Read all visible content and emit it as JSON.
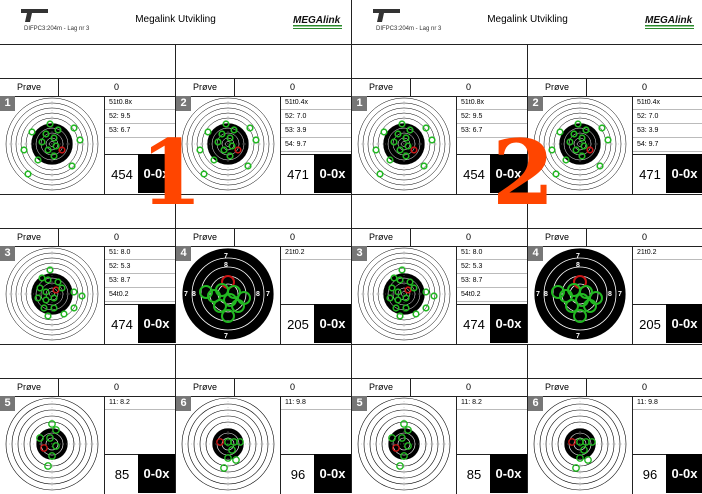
{
  "colors": {
    "accent_number": "#ff4500",
    "hit_green": "#22b822",
    "hit_red": "#c81414"
  },
  "pages": [
    {
      "header": {
        "subtitle": "DIFPC3:204m - Lag nr 3",
        "title": "Megalink Utvikling",
        "logo": "MEGAlink"
      },
      "big_number": "1",
      "cells": [
        {
          "number": "1",
          "probe_label": "Prøve",
          "probe_value": "0",
          "series": [
            "51t0.8x",
            "52: 9.5",
            "53: 6.7"
          ],
          "total": "454",
          "x": "0-0x",
          "target": "rifle"
        },
        {
          "number": "2",
          "probe_label": "Prøve",
          "probe_value": "0",
          "series": [
            "51t0.4x",
            "52: 7.0",
            "53: 3.9",
            "54: 9.7"
          ],
          "total": "471",
          "x": "0-0x",
          "target": "rifle"
        },
        {
          "number": "3",
          "probe_label": "Prøve",
          "probe_value": "0",
          "series": [
            "51: 8.0",
            "52: 5.3",
            "53: 8.7",
            "54t0.2"
          ],
          "total": "474",
          "x": "0-0x",
          "target": "rifle-cluster"
        },
        {
          "number": "4",
          "probe_label": "Prøve",
          "probe_value": "0",
          "series": [
            "21t0.2"
          ],
          "total": "205",
          "x": "0-0x",
          "target": "pistol"
        },
        {
          "number": "5",
          "probe_label": "Prøve",
          "probe_value": "0",
          "series": [
            "11: 8.2"
          ],
          "total": "85",
          "x": "0-0x",
          "target": "small"
        },
        {
          "number": "6",
          "probe_label": "Prøve",
          "probe_value": "0",
          "series": [
            "11: 9.8"
          ],
          "total": "96",
          "x": "0-0x",
          "target": "small-b"
        }
      ]
    },
    {
      "header": {
        "subtitle": "DIFPC3:204m - Lag nr 3",
        "title": "Megalink Utvikling",
        "logo": "MEGAlink"
      },
      "big_number": "2",
      "cells": [
        {
          "number": "1",
          "probe_label": "Prøve",
          "probe_value": "0",
          "series": [
            "51t0.8x",
            "52: 9.5",
            "53: 6.7"
          ],
          "total": "454",
          "x": "0-0x",
          "target": "rifle"
        },
        {
          "number": "2",
          "probe_label": "Prøve",
          "probe_value": "0",
          "series": [
            "51t0.4x",
            "52: 7.0",
            "53: 3.9",
            "54: 9.7"
          ],
          "total": "471",
          "x": "0-0x",
          "target": "rifle"
        },
        {
          "number": "3",
          "probe_label": "Prøve",
          "probe_value": "0",
          "series": [
            "51: 8.0",
            "52: 5.3",
            "53: 8.7",
            "54t0.2"
          ],
          "total": "474",
          "x": "0-0x",
          "target": "rifle-cluster"
        },
        {
          "number": "4",
          "probe_label": "Prøve",
          "probe_value": "0",
          "series": [
            "21t0.2"
          ],
          "total": "205",
          "x": "0-0x",
          "target": "pistol"
        },
        {
          "number": "5",
          "probe_label": "Prøve",
          "probe_value": "0",
          "series": [
            "11: 8.2"
          ],
          "total": "85",
          "x": "0-0x",
          "target": "small"
        },
        {
          "number": "6",
          "probe_label": "Prøve",
          "probe_value": "0",
          "series": [
            "11: 9.8"
          ],
          "total": "96",
          "x": "0-0x",
          "target": "small-b"
        }
      ]
    }
  ]
}
